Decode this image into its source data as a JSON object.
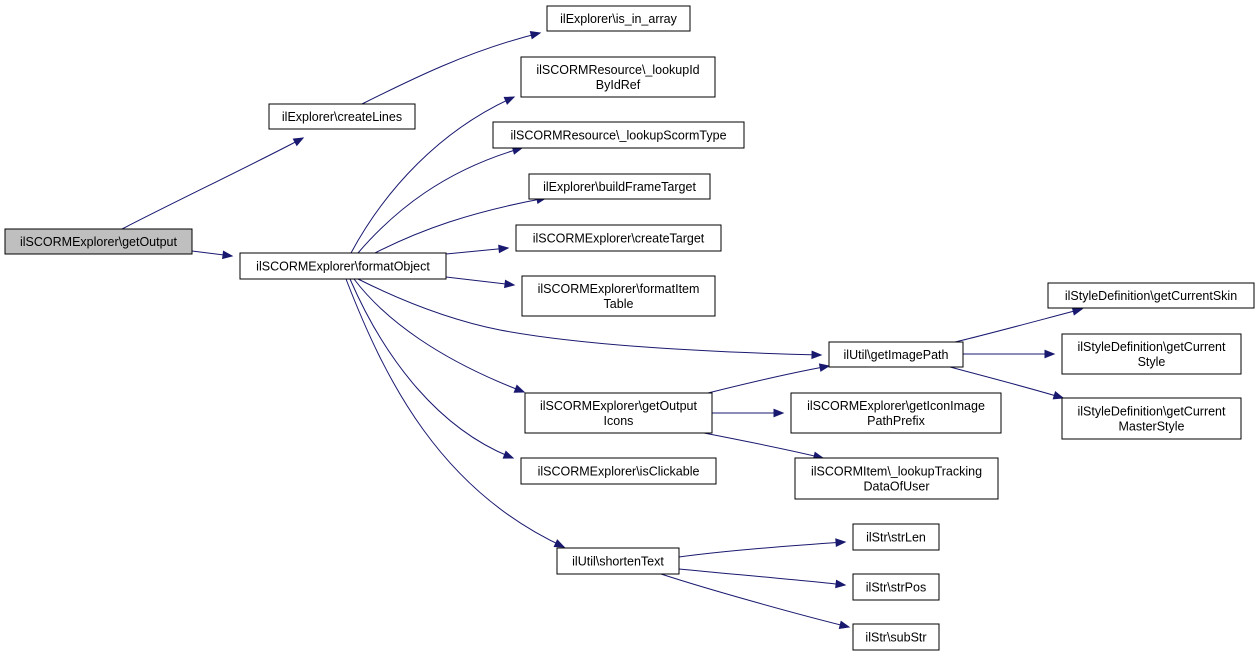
{
  "graph": {
    "root": "getOutput",
    "colors": {
      "edge": "#191970",
      "root_fill": "#bfbfbf",
      "node_fill": "#ffffff",
      "node_border": "#000000"
    },
    "nodes": [
      {
        "id": "getOutput",
        "lines": [
          "ilSCORMExplorer\\getOutput"
        ]
      },
      {
        "id": "createLines",
        "lines": [
          "ilExplorer\\createLines"
        ]
      },
      {
        "id": "formatObject",
        "lines": [
          "ilSCORMExplorer\\formatObject"
        ]
      },
      {
        "id": "is_in_array",
        "lines": [
          "ilExplorer\\is_in_array"
        ]
      },
      {
        "id": "lookupIdByIdRef",
        "lines": [
          "ilSCORMResource\\_lookupId",
          "ByIdRef"
        ]
      },
      {
        "id": "lookupScormType",
        "lines": [
          "ilSCORMResource\\_lookupScormType"
        ]
      },
      {
        "id": "buildFrameTarget",
        "lines": [
          "ilExplorer\\buildFrameTarget"
        ]
      },
      {
        "id": "createTarget",
        "lines": [
          "ilSCORMExplorer\\createTarget"
        ]
      },
      {
        "id": "formatItemTable",
        "lines": [
          "ilSCORMExplorer\\formatItem",
          "Table"
        ]
      },
      {
        "id": "getImagePath",
        "lines": [
          "ilUtil\\getImagePath"
        ]
      },
      {
        "id": "getOutputIcons",
        "lines": [
          "ilSCORMExplorer\\getOutput",
          "Icons"
        ]
      },
      {
        "id": "isClickable",
        "lines": [
          "ilSCORMExplorer\\isClickable"
        ]
      },
      {
        "id": "shortenText",
        "lines": [
          "ilUtil\\shortenText"
        ]
      },
      {
        "id": "getCurrentSkin",
        "lines": [
          "ilStyleDefinition\\getCurrentSkin"
        ]
      },
      {
        "id": "getCurrentStyle",
        "lines": [
          "ilStyleDefinition\\getCurrent",
          "Style"
        ]
      },
      {
        "id": "getCurrentMasterStyle",
        "lines": [
          "ilStyleDefinition\\getCurrent",
          "MasterStyle"
        ]
      },
      {
        "id": "getIconImagePathPrefix",
        "lines": [
          "ilSCORMExplorer\\getIconImage",
          "PathPrefix"
        ]
      },
      {
        "id": "lookupTrackingDataOfUser",
        "lines": [
          "ilSCORMItem\\_lookupTracking",
          "DataOfUser"
        ]
      },
      {
        "id": "strLen",
        "lines": [
          "ilStr\\strLen"
        ]
      },
      {
        "id": "strPos",
        "lines": [
          "ilStr\\strPos"
        ]
      },
      {
        "id": "subStr",
        "lines": [
          "ilStr\\subStr"
        ]
      }
    ],
    "edges": [
      {
        "from": "getOutput",
        "to": "createLines"
      },
      {
        "from": "getOutput",
        "to": "formatObject"
      },
      {
        "from": "createLines",
        "to": "is_in_array"
      },
      {
        "from": "formatObject",
        "to": "lookupIdByIdRef"
      },
      {
        "from": "formatObject",
        "to": "lookupScormType"
      },
      {
        "from": "formatObject",
        "to": "buildFrameTarget"
      },
      {
        "from": "formatObject",
        "to": "createTarget"
      },
      {
        "from": "formatObject",
        "to": "formatItemTable"
      },
      {
        "from": "formatObject",
        "to": "getImagePath"
      },
      {
        "from": "formatObject",
        "to": "getOutputIcons"
      },
      {
        "from": "formatObject",
        "to": "isClickable"
      },
      {
        "from": "formatObject",
        "to": "shortenText"
      },
      {
        "from": "getImagePath",
        "to": "getCurrentSkin"
      },
      {
        "from": "getImagePath",
        "to": "getCurrentStyle"
      },
      {
        "from": "getImagePath",
        "to": "getCurrentMasterStyle"
      },
      {
        "from": "getOutputIcons",
        "to": "getImagePath"
      },
      {
        "from": "getOutputIcons",
        "to": "getIconImagePathPrefix"
      },
      {
        "from": "getOutputIcons",
        "to": "lookupTrackingDataOfUser"
      },
      {
        "from": "shortenText",
        "to": "strLen"
      },
      {
        "from": "shortenText",
        "to": "strPos"
      },
      {
        "from": "shortenText",
        "to": "subStr"
      }
    ]
  }
}
